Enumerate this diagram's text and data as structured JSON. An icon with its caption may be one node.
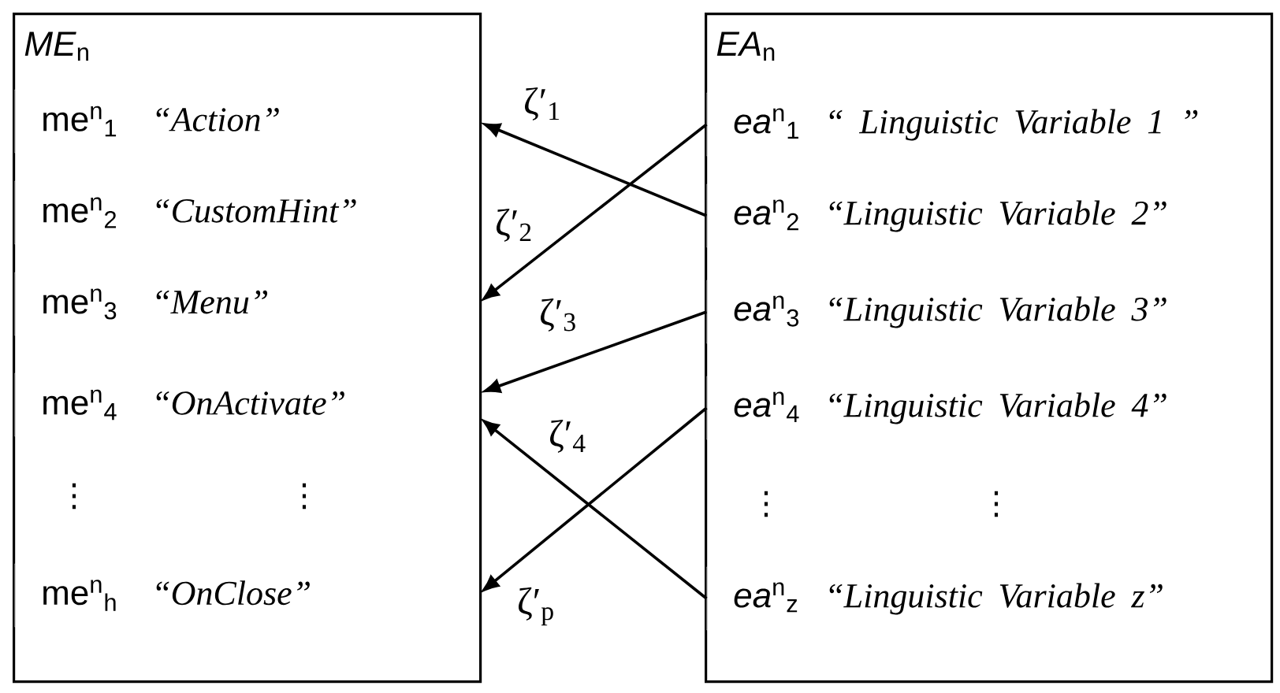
{
  "diagram": {
    "nodes": [
      {
        "text": [
          "*ME*$_{n}$"
        ]
      },
      {
        "text": [
          "me$^{n}$$_{1}$",
          "“Action”"
        ],
        "in": 0
      },
      {
        "text": [
          "me$^{n}$$_{2}$",
          "“CustomHint”"
        ],
        "in": 0
      },
      {
        "text": [
          "me$^{n}$$_{3}$",
          "“Menu”"
        ],
        "in": 0
      },
      {
        "text": [
          "me$^{n}$$_{4}$",
          "“OnActivate”"
        ],
        "in": 0
      },
      {
        "text": [
          "me$^{n}$$_{h}$",
          "“OnClose”"
        ],
        "in": 0
      },
      {
        "text": [
          "*EA*$_{n}$"
        ]
      },
      {
        "text": [
          "*ea*$^{n}$$_{1}$",
          "“ Linguistic Variable 1 ”"
        ],
        "in": 6
      },
      {
        "text": [
          "*ea*$^{n}$$_{2}$",
          "“Linguistic Variable 2”"
        ],
        "in": 6
      },
      {
        "text": [
          "*ea*$^{n}$$_{3}$",
          "“Linguistic Variable 3”"
        ],
        "in": 6
      },
      {
        "text": [
          "*ea*$^{n}$$_{4}$",
          "“Linguistic Variable 4”"
        ],
        "in": 6
      },
      {
        "text": [
          "*ea*$^{n}$$_{z}$",
          "“Linguistic Variable z”"
        ],
        "in": 6
      }
    ],
    "edges": [
      {
        "from": 8,
        "to": 1,
        "arrow": "to",
        "label": "ζ′$_{1}$"
      },
      {
        "from": 7,
        "to": 3,
        "arrow": "to",
        "label": "ζ′$_{2}$"
      },
      {
        "from": 9,
        "to": 4,
        "arrow": "to",
        "label": "ζ′$_{3}$"
      },
      {
        "from": 11,
        "to": 4,
        "arrow": "to",
        "label": "ζ′$_{4}$"
      },
      {
        "from": 10,
        "to": 5,
        "arrow": "to",
        "label": "ζ′$_{p}$"
      }
    ],
    "labels": [
      "⋮",
      "⋮",
      "⋮",
      "⋮"
    ]
  }
}
